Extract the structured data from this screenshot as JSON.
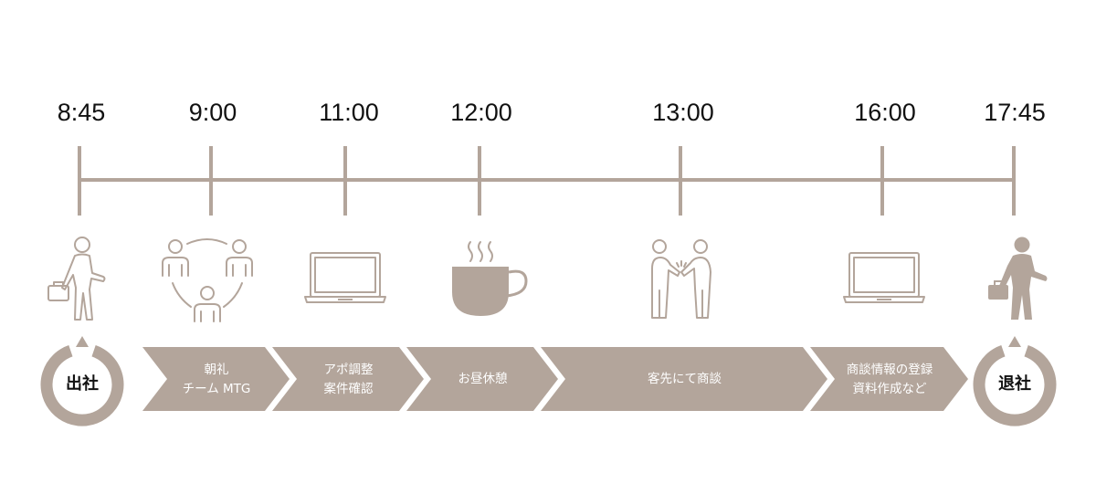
{
  "colors": {
    "accent": "#b3a59b",
    "text": "#111111",
    "white": "#ffffff"
  },
  "times": [
    "8:45",
    "9:00",
    "11:00",
    "12:00",
    "13:00",
    "16:00",
    "17:45"
  ],
  "icons": [
    "commuter-icon",
    "meeting-icon",
    "laptop-icon",
    "coffee-cup-icon",
    "handshake-icon",
    "laptop-icon",
    "walking-out-icon"
  ],
  "start": {
    "label": "出社"
  },
  "end": {
    "label": "退社"
  },
  "activities": [
    {
      "line1": "朝礼",
      "line2": "チーム MTG"
    },
    {
      "line1": "アポ調整",
      "line2": "案件確認"
    },
    {
      "line1": "お昼休憩",
      "line2": ""
    },
    {
      "line1": "客先にて商談",
      "line2": ""
    },
    {
      "line1": "商談情報の登録",
      "line2": "資料作成など"
    }
  ]
}
